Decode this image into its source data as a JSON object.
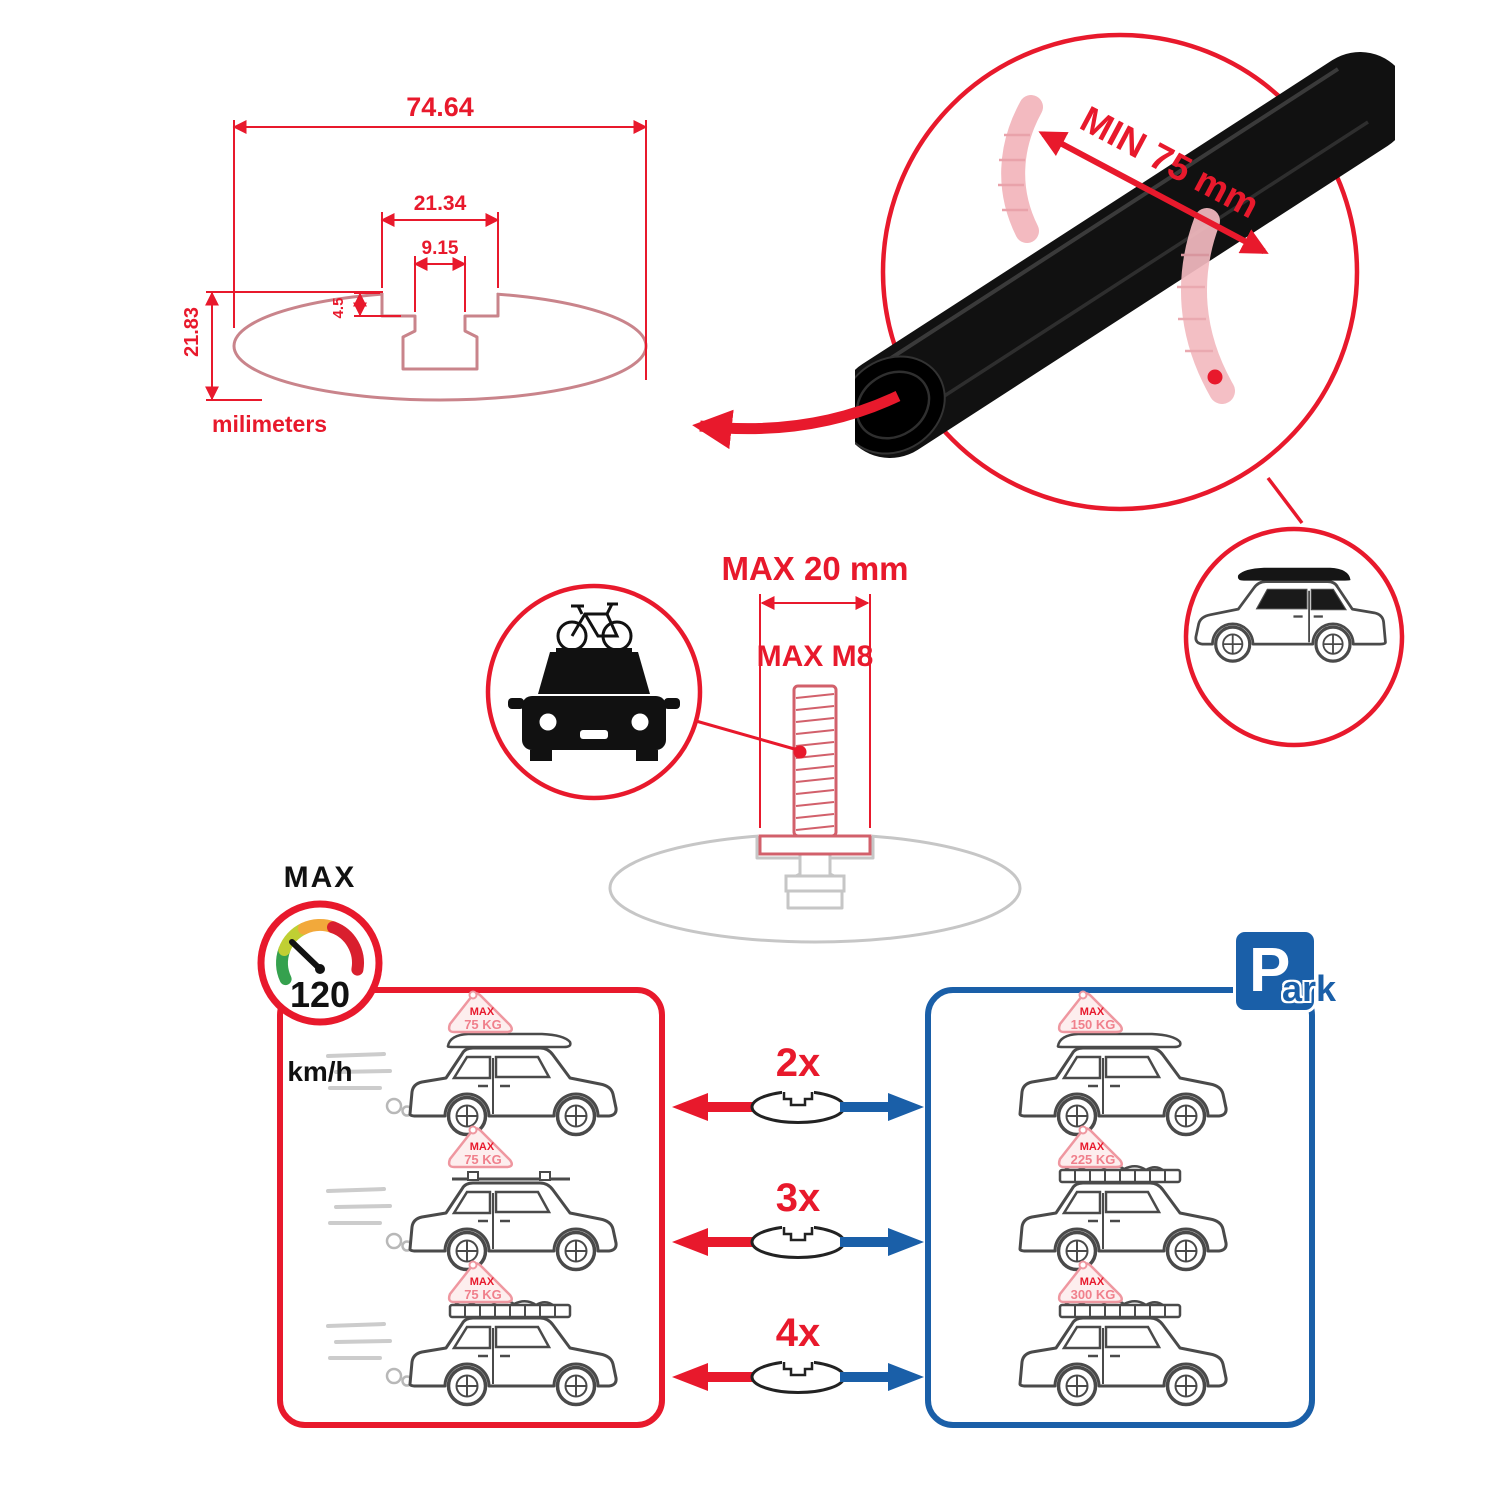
{
  "colors": {
    "red": "#e8192c",
    "blue": "#1a5fa8",
    "pink": "#f2b3b9",
    "ghost": "#c6c6c6",
    "ink": "#111111"
  },
  "profile_dimensions": {
    "total_width": "74.64",
    "slot_outer_width": "21.34",
    "slot_inner_width": "9.15",
    "slot_depth": "4.5",
    "total_height": "21.83",
    "units_label": "milimeters"
  },
  "crossbar_detail": {
    "min_span_label": "MIN 75 mm"
  },
  "bolt_detail": {
    "max_width_label": "MAX 20 mm",
    "max_thread_label": "MAX M8"
  },
  "speed_limit": {
    "title": "MAX",
    "value": "120",
    "units": "km/h"
  },
  "park_sign": {
    "letter": "P",
    "suffix": "ark"
  },
  "driving_cars": [
    {
      "tag": "MAX",
      "weight": "75 KG"
    },
    {
      "tag": "MAX",
      "weight": "75 KG"
    },
    {
      "tag": "MAX",
      "weight": "75 KG"
    }
  ],
  "parked_cars": [
    {
      "tag": "MAX",
      "weight": "150 KG"
    },
    {
      "tag": "MAX",
      "weight": "225 KG"
    },
    {
      "tag": "MAX",
      "weight": "300 KG"
    }
  ],
  "bar_quantities": [
    {
      "label": "2x"
    },
    {
      "label": "3x"
    },
    {
      "label": "4x"
    }
  ]
}
